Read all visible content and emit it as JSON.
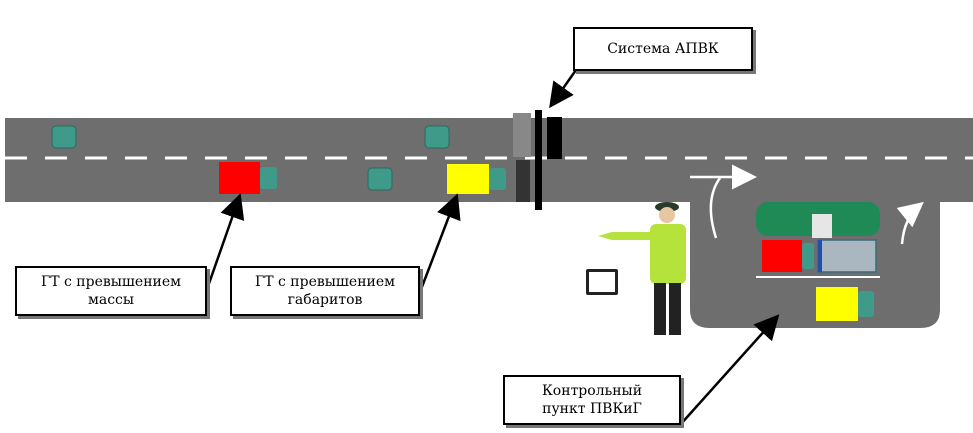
{
  "labels": {
    "system": "Система АПВК",
    "mass_line1": "ГТ с превышением",
    "mass_line2": "массы",
    "dims_line1": "ГТ с превышением",
    "dims_line2": "габаритов",
    "point_line1": "Контрольный",
    "point_line2": "пункт ПВКиГ"
  },
  "colors": {
    "road": "#6e6e6e",
    "vehicle_teal": "#3f9a8a",
    "overweight_truck": "#ff0000",
    "oversize_truck": "#ffff00",
    "inspection_hut": "#1f8a55"
  }
}
